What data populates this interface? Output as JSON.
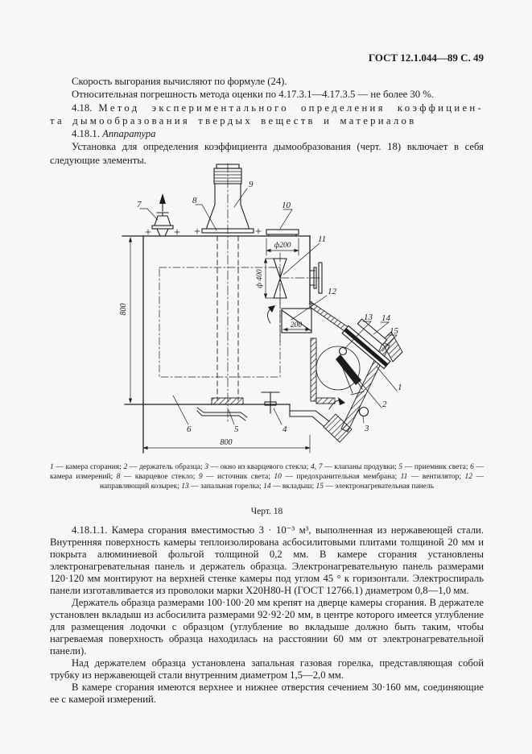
{
  "header": {
    "title": "ГОСТ 12.1.044—89 С. 49"
  },
  "intro": {
    "p1": "Скорость выгорания вычисляют по формуле (24).",
    "p2": "Относительная погрешность метода оценки по 4.17.3.1—4.17.3.5 — не более 30 %.",
    "heading_num": "4.18.",
    "heading_line1": "Метод экспериментального определения коэффициен-",
    "heading_line2": "та дымообразования твердых веществ и материалов",
    "sub_num": "4.18.1.",
    "sub_title": "Аппаратура",
    "p3": "Установка для определения коэффициента дымообразования (черт. 18) включает в себя следующие элементы."
  },
  "figure": {
    "caption": "Черт. 18",
    "dims": {
      "height800": "800",
      "width800": "800",
      "phi200": "ф200",
      "phi400": "ф 400",
      "open200": "200"
    },
    "part_labels": {
      "n1": "1",
      "n2": "2",
      "n3": "3",
      "n4": "4",
      "n5": "5",
      "n6": "6",
      "n7": "7",
      "n8": "8",
      "n9": "9",
      "n10": "10",
      "n11": "11",
      "n12": "12",
      "n13": "13",
      "n14": "14",
      "n15": "15"
    },
    "legend": [
      {
        "num": "1",
        "text": " — камера сгорания; "
      },
      {
        "num": "2",
        "text": " — держатель образца; "
      },
      {
        "num": "3",
        "text": " — окно из кварцевого стекла; "
      },
      {
        "num": "4, 7",
        "text": " — клапаны продувки; "
      },
      {
        "num": "5",
        "text": " — приемник света; "
      },
      {
        "num": "6",
        "text": " — камера измерений; "
      },
      {
        "num": "8",
        "text": " — кварцевое стекло; "
      },
      {
        "num": "9",
        "text": " — источник света; "
      },
      {
        "num": "10",
        "text": " — предохранительная мембрана; "
      },
      {
        "num": "11",
        "text": " — вентилятор; "
      },
      {
        "num": "12",
        "text": " — направляющий козырек; "
      },
      {
        "num": "13",
        "text": " — запальная горелка; "
      },
      {
        "num": "14",
        "text": " — вкладыш; "
      },
      {
        "num": "15",
        "text": " — электронагревательная панель"
      }
    ]
  },
  "body": {
    "p1": "4.18.1.1. Камера сгорания вместимостью 3 · 10⁻³ м³, выполненная из нержавеющей стали. Внутренняя поверхность камеры теплоизолирована асбосилитовыми плитами толщиной 20 мм и покрыта алюминиевой фольгой толщиной 0,2 мм. В камере сгорания установлены электронагревательная панель и держатель образца. Электронагревательную панель размерами 120·120 мм монтируют на верхней стенке камеры под углом 45 ° к горизонтали. Электроспираль панели изготавливается из проволоки марки Х20Н80-Н (ГОСТ 12766.1) диаметром 0,8—1,0 мм.",
    "p2": "Держатель образца размерами 100·100·20 мм крепят на дверце камеры сгорания. В держателе установлен вкладыш из асбосилита размерами 92·92·20 мм, в центре которого имеется углубление для размещения лодочки с образцом (углубление во вкладыше должно быть таким, чтобы нагреваемая поверхность образца находилась на расстоянии 60 мм от электронагревательной панели).",
    "p3": "Над держателем образца установлена запальная газовая горелка, представляющая собой трубку из нержавеющей стали внутренним диаметром 1,5—2,0 мм.",
    "p4": "В камере сгорания имеются верхнее и нижнее отверстия сечением 30·160 мм, соединяющие ее с камерой измерений."
  }
}
